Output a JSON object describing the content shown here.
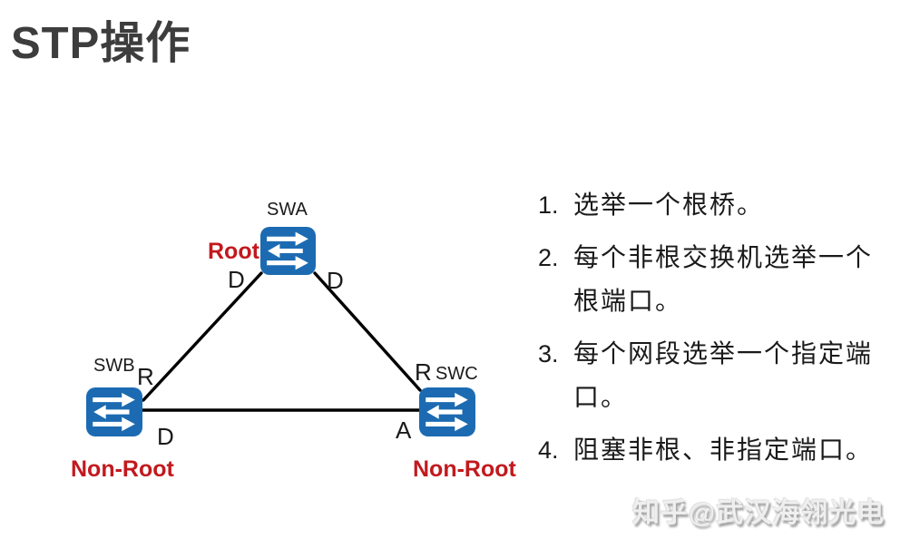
{
  "slide": {
    "title": "STP操作"
  },
  "diagram": {
    "nodes": [
      {
        "name": "SWA",
        "role": "Root",
        "ports": {
          "left": "D",
          "right": "D"
        }
      },
      {
        "name": "SWB",
        "role": "Non-Root",
        "ports": {
          "top": "R",
          "bottom": "D"
        }
      },
      {
        "name": "SWC",
        "role": "Non-Root",
        "ports": {
          "top": "R",
          "left": "A"
        }
      }
    ]
  },
  "steps": [
    {
      "num": "1.",
      "lines": [
        "选举一个根桥。",
        ""
      ]
    },
    {
      "num": "2.",
      "lines": [
        "每个非根交换机选举一个",
        "根端口。"
      ]
    },
    {
      "num": "3.",
      "lines": [
        "每个网段选举一个指定端",
        "口。"
      ]
    },
    {
      "num": "4.",
      "lines": [
        "阻塞非根、非指定端口。",
        ""
      ]
    }
  ],
  "watermark": "知乎@武汉海翎光电",
  "colors": {
    "switch_blue": "#1C6BB2",
    "role_red": "#C2191E",
    "title_gray": "#3D3D3D",
    "text_dark": "#1A1A1A",
    "line_black": "#000000",
    "watermark_light": "#EFEFEF",
    "watermark_shadow": "#A0A0A0"
  }
}
